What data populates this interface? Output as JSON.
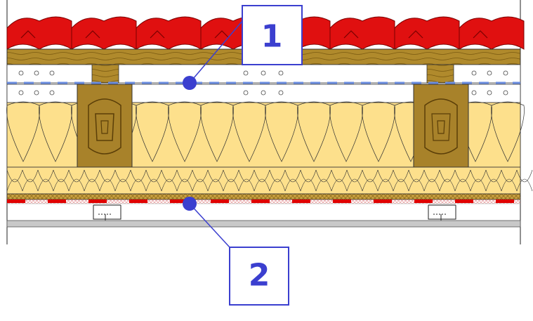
{
  "figure": {
    "colors": {
      "tile": "#e01010",
      "tile_dark": "#a00808",
      "wood": "#a07820",
      "wood_light": "#c89a40",
      "insulation": "#fde08c",
      "insulation_dark": "#f5cf6a",
      "membrane_blue": "#6a8ce0",
      "vapor_red": "#e00000",
      "accent": "#3b3fcf",
      "ceiling": "#c8c8c8",
      "line": "#222222"
    },
    "callouts": [
      {
        "label": "1",
        "icon": "callout-marker-dot"
      },
      {
        "label": "2",
        "icon": "callout-marker-dot"
      }
    ]
  }
}
